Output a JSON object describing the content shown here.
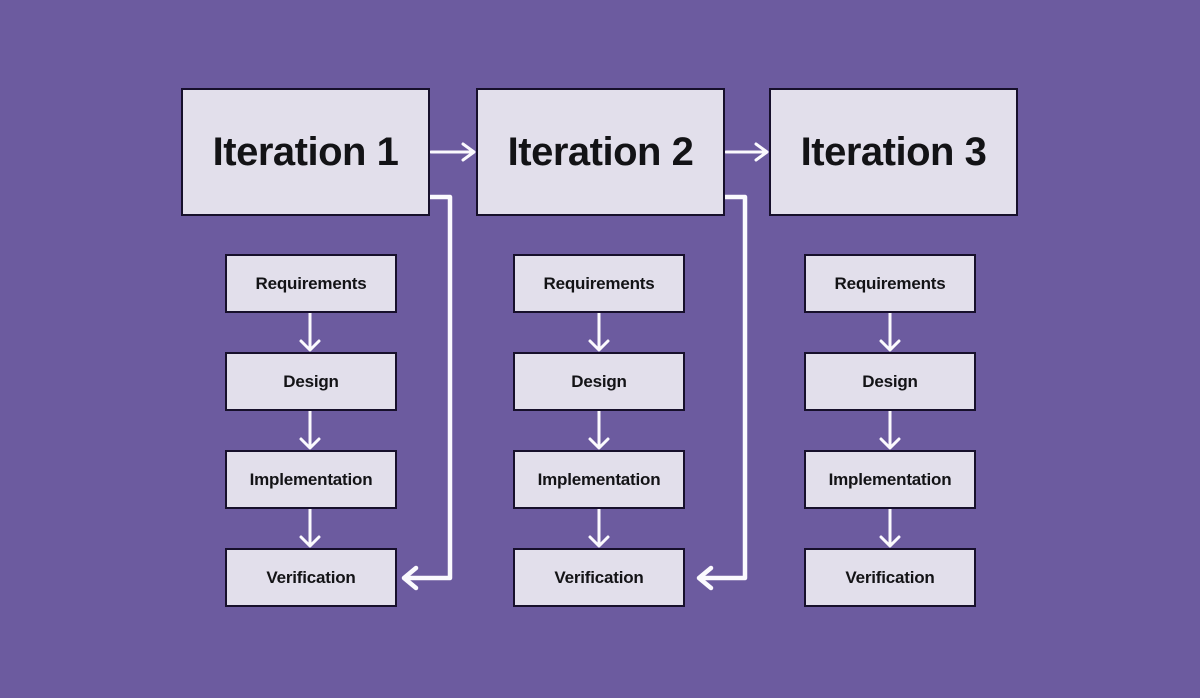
{
  "diagram": {
    "colors": {
      "background": "#6C5B9F",
      "box_fill": "#E2DFEB",
      "box_border": "#17102B",
      "text": "#131316",
      "arrow": "#FBFAFE"
    },
    "iterations": [
      {
        "label": "Iteration 1",
        "stages": [
          "Requirements",
          "Design",
          "Implementation",
          "Verification"
        ]
      },
      {
        "label": "Iteration 2",
        "stages": [
          "Requirements",
          "Design",
          "Implementation",
          "Verification"
        ]
      },
      {
        "label": "Iteration 3",
        "stages": [
          "Requirements",
          "Design",
          "Implementation",
          "Verification"
        ]
      }
    ]
  }
}
